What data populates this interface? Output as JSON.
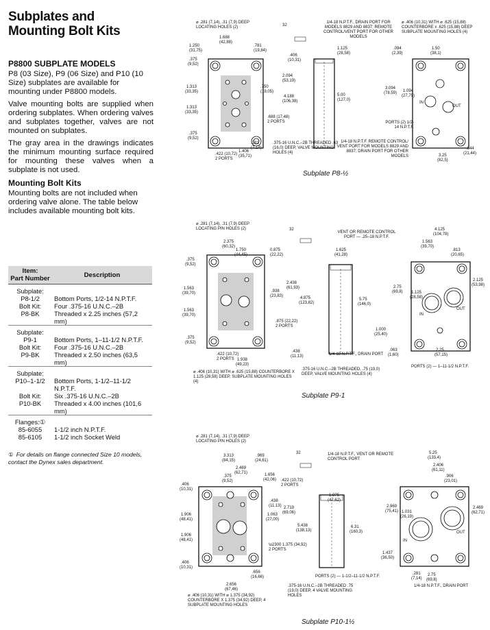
{
  "title_line1": "Subplates and",
  "title_line2": "Mounting Bolt Kits",
  "p8800": {
    "heading": "P8800 SUBPLATE MODELS",
    "para1": "P8 (03 Size), P9 (06 Size) and P10 (10 Size) subplates are available for mounting under P8800 models.",
    "para2": "Valve mounting bolts are supplied when ordering subplates. When ordering valves and subplates together, valves are not mounted on subplates.",
    "para3": "The gray area in the drawings indicates the minimum mounting surface required for mounting these valves when a subplate is not used."
  },
  "kits": {
    "heading": "Mounting Bolt Kits",
    "para": "Mounting bolts are not included when ordering valve alone. The table below includes available mounting bolt kits."
  },
  "table": {
    "head_item": "Item:",
    "head_part": "Part Number",
    "head_desc": "Description",
    "rows": [
      {
        "a": "Subplate:",
        "b": "",
        "start": true
      },
      {
        "a": "P8-1/2",
        "b": "Bottom Ports, 1/2-14 N.P.T.F."
      },
      {
        "a": "Bolt Kit:",
        "b": "Four .375-16 U.N.C.–2B"
      },
      {
        "a": "P8-BK",
        "b": "Threaded x 2.25 inches (57,2 mm)"
      },
      {
        "a": "Subplate:",
        "b": "",
        "start": true
      },
      {
        "a": "P9-1",
        "b": "Bottom Ports, 1–11-1/2 N.P.T.F."
      },
      {
        "a": "Bolt Kit:",
        "b": "Four .375-16 U.N.C.–2B"
      },
      {
        "a": "P9-BK",
        "b": "Threaded x 2.50 inches (63,5 mm)"
      },
      {
        "a": "Subplate:",
        "b": "",
        "start": true
      },
      {
        "a": "P10–1-1/2",
        "b": "Bottom Ports, 1-1/2–11-1/2 N.P.T.F."
      },
      {
        "a": "Bolt Kit:",
        "b": "Six .375-16 U.N.C.–2B"
      },
      {
        "a": "P10-BK",
        "b": "Threaded x 4.00 inches (101,6 mm)"
      },
      {
        "a": "Flanges:①",
        "b": "",
        "start": true
      },
      {
        "a": "85-6055",
        "b": "1-1/2 inch N.P.T.F."
      },
      {
        "a": "85-6105",
        "b": "1-1/2 inch Socket Weld"
      }
    ]
  },
  "footnote_symbol": "①",
  "footnote": "For details on flange connected Size 10 models, contact the Dynex sales department.",
  "captions": {
    "p8": "Subplate P8-½",
    "p9": "Subplate P9-1",
    "p10": "Subplate P10-1½"
  },
  "labels": {
    "p8_top_left": "⌀ .281 (7,14), .31 (7,9) DEEP LOCATING HOLES (2)",
    "p8_top_right": "1/4-18 N.P.T.F., DRAIN PORT FOR MODELS 8829 AND 8837; REMOTE CONTROL/VENT PORT FOR OTHER MODELS",
    "p8_bottom": ".375-16 U.N.C.–2B THREADED .63 (16,0) DEEP, VALVE MOUNTING HOLES (4)",
    "p8_cb": "⌀ .406 (10,31) WITH ⌀ .625 (15,88) COUNTERBORE x .625 (15,88) DEEP SUBPLATE MOUNTING HOLES (4)",
    "p8_ports": "PORTS (2) 1/2-14 N.P.T.F.",
    "p8_remote": "1/4-18 N.P.T.F. REMOTE CONTROL/ VENT PORT FOR MODELS 8829 AND 8837; DRAIN PORT FOR OTHER MODELS",
    "p9_top_left": "⌀ .281 (7,14), .31 (7,9) DEEP LOCATING PIN HOLES (2)",
    "p9_vent": "VENT OR REMOTE CONTROL PORT — .25–18 N.P.T.F.",
    "p9_drain": "1/4-18 N.P.T.F., DRAIN PORT",
    "p9_cb": "⌀ .406 (10,31) WITH ⌀ .625 (15,88) COUNTERBORE X 1.125 (28,58) DEEP, SUBPLATE MOUNTING HOLES (4)",
    "p9_thread": ".375-16 U.N.C.–2B THREADED, .75 (19,0) DEEP, VALVE MOUNTING HOLES (4)",
    "p9_ports": "PORTS (2) — 1–11-1/2 N.P.T.F.",
    "p10_top_left": "⌀ .281 (7,14), .31 (7,9) DEEP LOCATING PIN HOLES (2)",
    "p10_vent": "1/4-18 N.P.T.F., VENT OR REMOTE CONTROL PORT",
    "p10_cb": "⌀ .406 (10,31) WITH ⌀ 1.375 (34,92) COUNTERBORE X 1.375 (34,92) DEEP, 4 SUBPLATE MOUNTING HOLES",
    "p10_thread": ".375-16 U.N.C.–2B THREADED .75 (19,0) DEEP, 4 VALVE MOUNTING HOLES",
    "p10_ports": "PORTS (2) — 1-1/2–11-1/2 N.P.T.F.",
    "p10_drain": "1/4-18 N.P.T.F., DRAIN PORT"
  }
}
